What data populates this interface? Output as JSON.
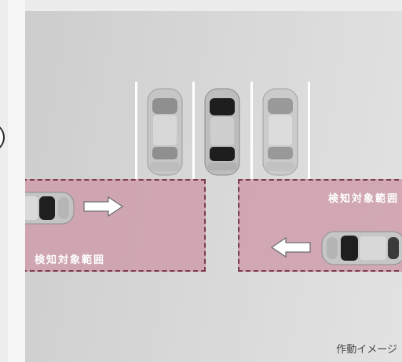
{
  "scene": {
    "zone_left_label": "検知対象範囲",
    "zone_right_label": "検知対象範囲",
    "caption": "作動イメージ"
  },
  "colors": {
    "zone_fill": "#cd9ba8",
    "zone_border": "#7a3a4a",
    "road": "#d6d6d6",
    "line": "#ffffff",
    "own_car": "#3a3a3a",
    "other_car": "#c8c8c8"
  },
  "icons": [
    "arrow-right-icon",
    "arrow-left-icon",
    "car-icon"
  ]
}
